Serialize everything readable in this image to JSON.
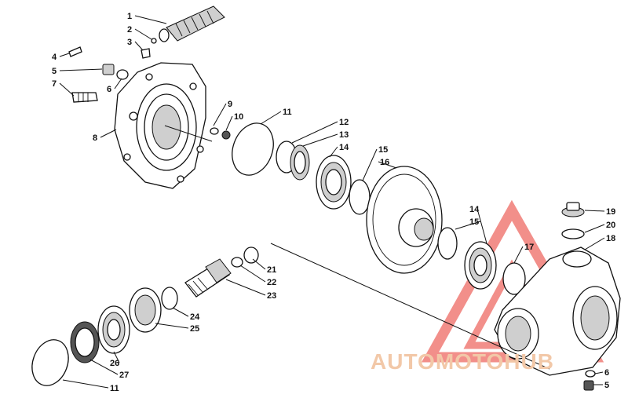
{
  "diagram": {
    "callouts": [
      {
        "id": "c1",
        "text": "1"
      },
      {
        "id": "c2",
        "text": "2"
      },
      {
        "id": "c3",
        "text": "3"
      },
      {
        "id": "c4",
        "text": "4"
      },
      {
        "id": "c5a",
        "text": "5"
      },
      {
        "id": "c6a",
        "text": "6"
      },
      {
        "id": "c7",
        "text": "7"
      },
      {
        "id": "c8",
        "text": "8"
      },
      {
        "id": "c9",
        "text": "9"
      },
      {
        "id": "c10",
        "text": "10"
      },
      {
        "id": "c11a",
        "text": "11"
      },
      {
        "id": "c12",
        "text": "12"
      },
      {
        "id": "c13",
        "text": "13"
      },
      {
        "id": "c14a",
        "text": "14"
      },
      {
        "id": "c15a",
        "text": "15"
      },
      {
        "id": "c16",
        "text": "16"
      },
      {
        "id": "c14b",
        "text": "14"
      },
      {
        "id": "c15b",
        "text": "15"
      },
      {
        "id": "c17",
        "text": "17"
      },
      {
        "id": "c19",
        "text": "19"
      },
      {
        "id": "c20",
        "text": "20"
      },
      {
        "id": "c18",
        "text": "18"
      },
      {
        "id": "c21",
        "text": "21"
      },
      {
        "id": "c22",
        "text": "22"
      },
      {
        "id": "c23",
        "text": "23"
      },
      {
        "id": "c24",
        "text": "24"
      },
      {
        "id": "c25",
        "text": "25"
      },
      {
        "id": "c26",
        "text": "26"
      },
      {
        "id": "c27",
        "text": "27"
      },
      {
        "id": "c11b",
        "text": "11"
      },
      {
        "id": "c6b",
        "text": "6"
      },
      {
        "id": "c5b",
        "text": "5"
      }
    ]
  },
  "watermark": {
    "text": "AUTOMOTOHUB",
    "color": "#e8342c"
  }
}
